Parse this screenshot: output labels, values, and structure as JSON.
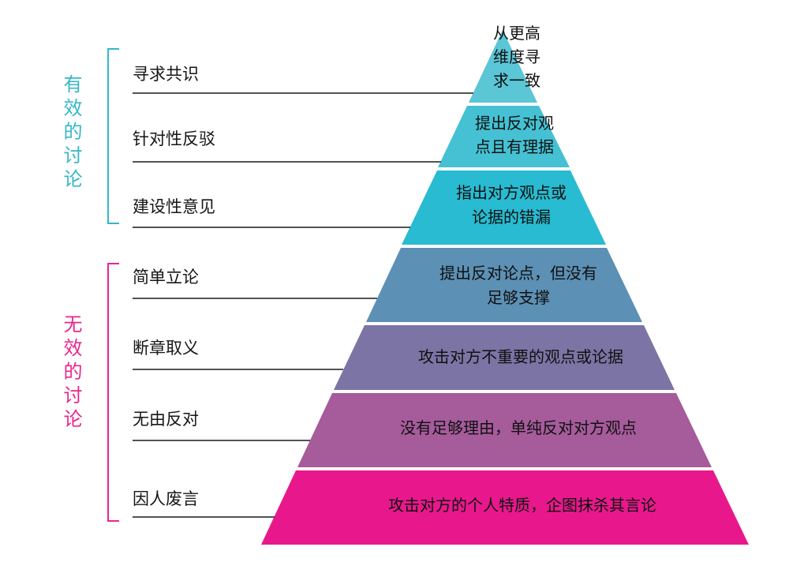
{
  "left_panel": {
    "groups": [
      {
        "label": "有效的讨论",
        "color": "#35b7c9",
        "items": [
          "寻求共识",
          "针对性反驳",
          "建设性意见"
        ]
      },
      {
        "label": "无效的讨论",
        "color": "#e9258e",
        "items": [
          "简单立论",
          "断章取义",
          "无由反对",
          "因人废言"
        ]
      }
    ]
  },
  "pyramid": {
    "text_color": "#101010",
    "levels": [
      {
        "label": "从更高\n维度寻\n求一致",
        "color": "#5bc6d6"
      },
      {
        "label": "提出反对观\n点且有理据",
        "color": "#45c1d3"
      },
      {
        "label": "指出对方观点或\n论据的错漏",
        "color": "#28bbd1"
      },
      {
        "label": "提出反对论点，但没有\n足够支撑",
        "color": "#5c90b4"
      },
      {
        "label": "攻击对方不重要的观点或论据",
        "color": "#7b74a4"
      },
      {
        "label": "没有足够理由，单纯反对对方观点",
        "color": "#a65b9b"
      },
      {
        "label": "攻击对方的个人特质，企图抹杀其言论",
        "color": "#e8188c"
      }
    ]
  }
}
